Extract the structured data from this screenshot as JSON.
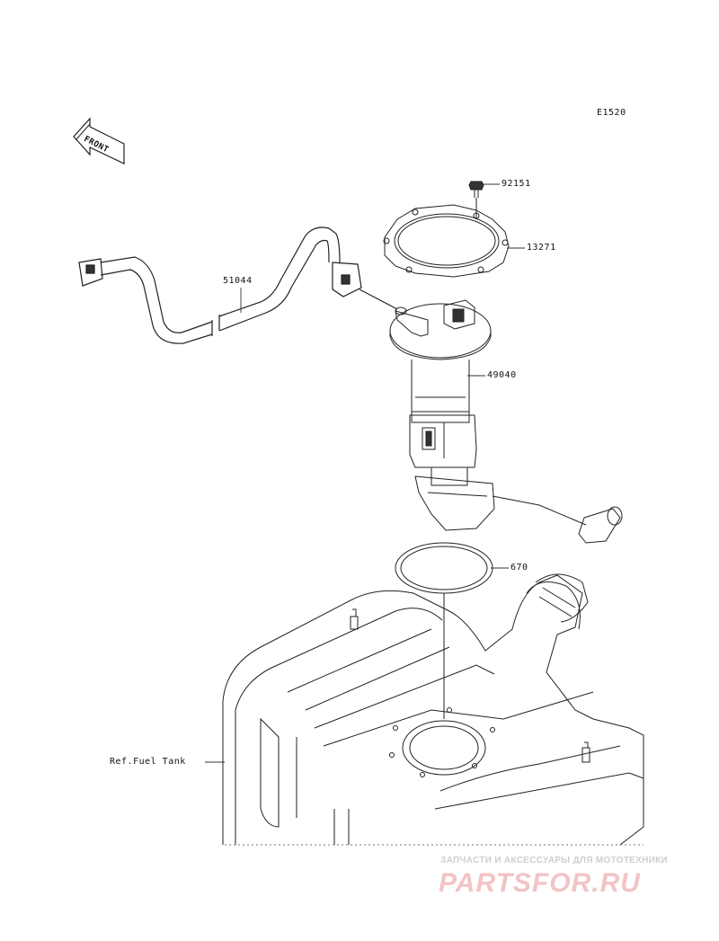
{
  "diagram_code": "E1520",
  "front_label": "FRONT",
  "callouts": {
    "bolt": "92151",
    "gasket": "13271",
    "hose": "51044",
    "fuel_pump": "49040",
    "o_ring": "670",
    "ref_tank": "Ref.Fuel Tank"
  },
  "watermark": {
    "top_text": "ЗАПЧАСТИ И АКСЕССУАРЫ ДЛЯ МОТОТЕХНИКИ",
    "logo_text": "PARTSFOR.RU"
  }
}
